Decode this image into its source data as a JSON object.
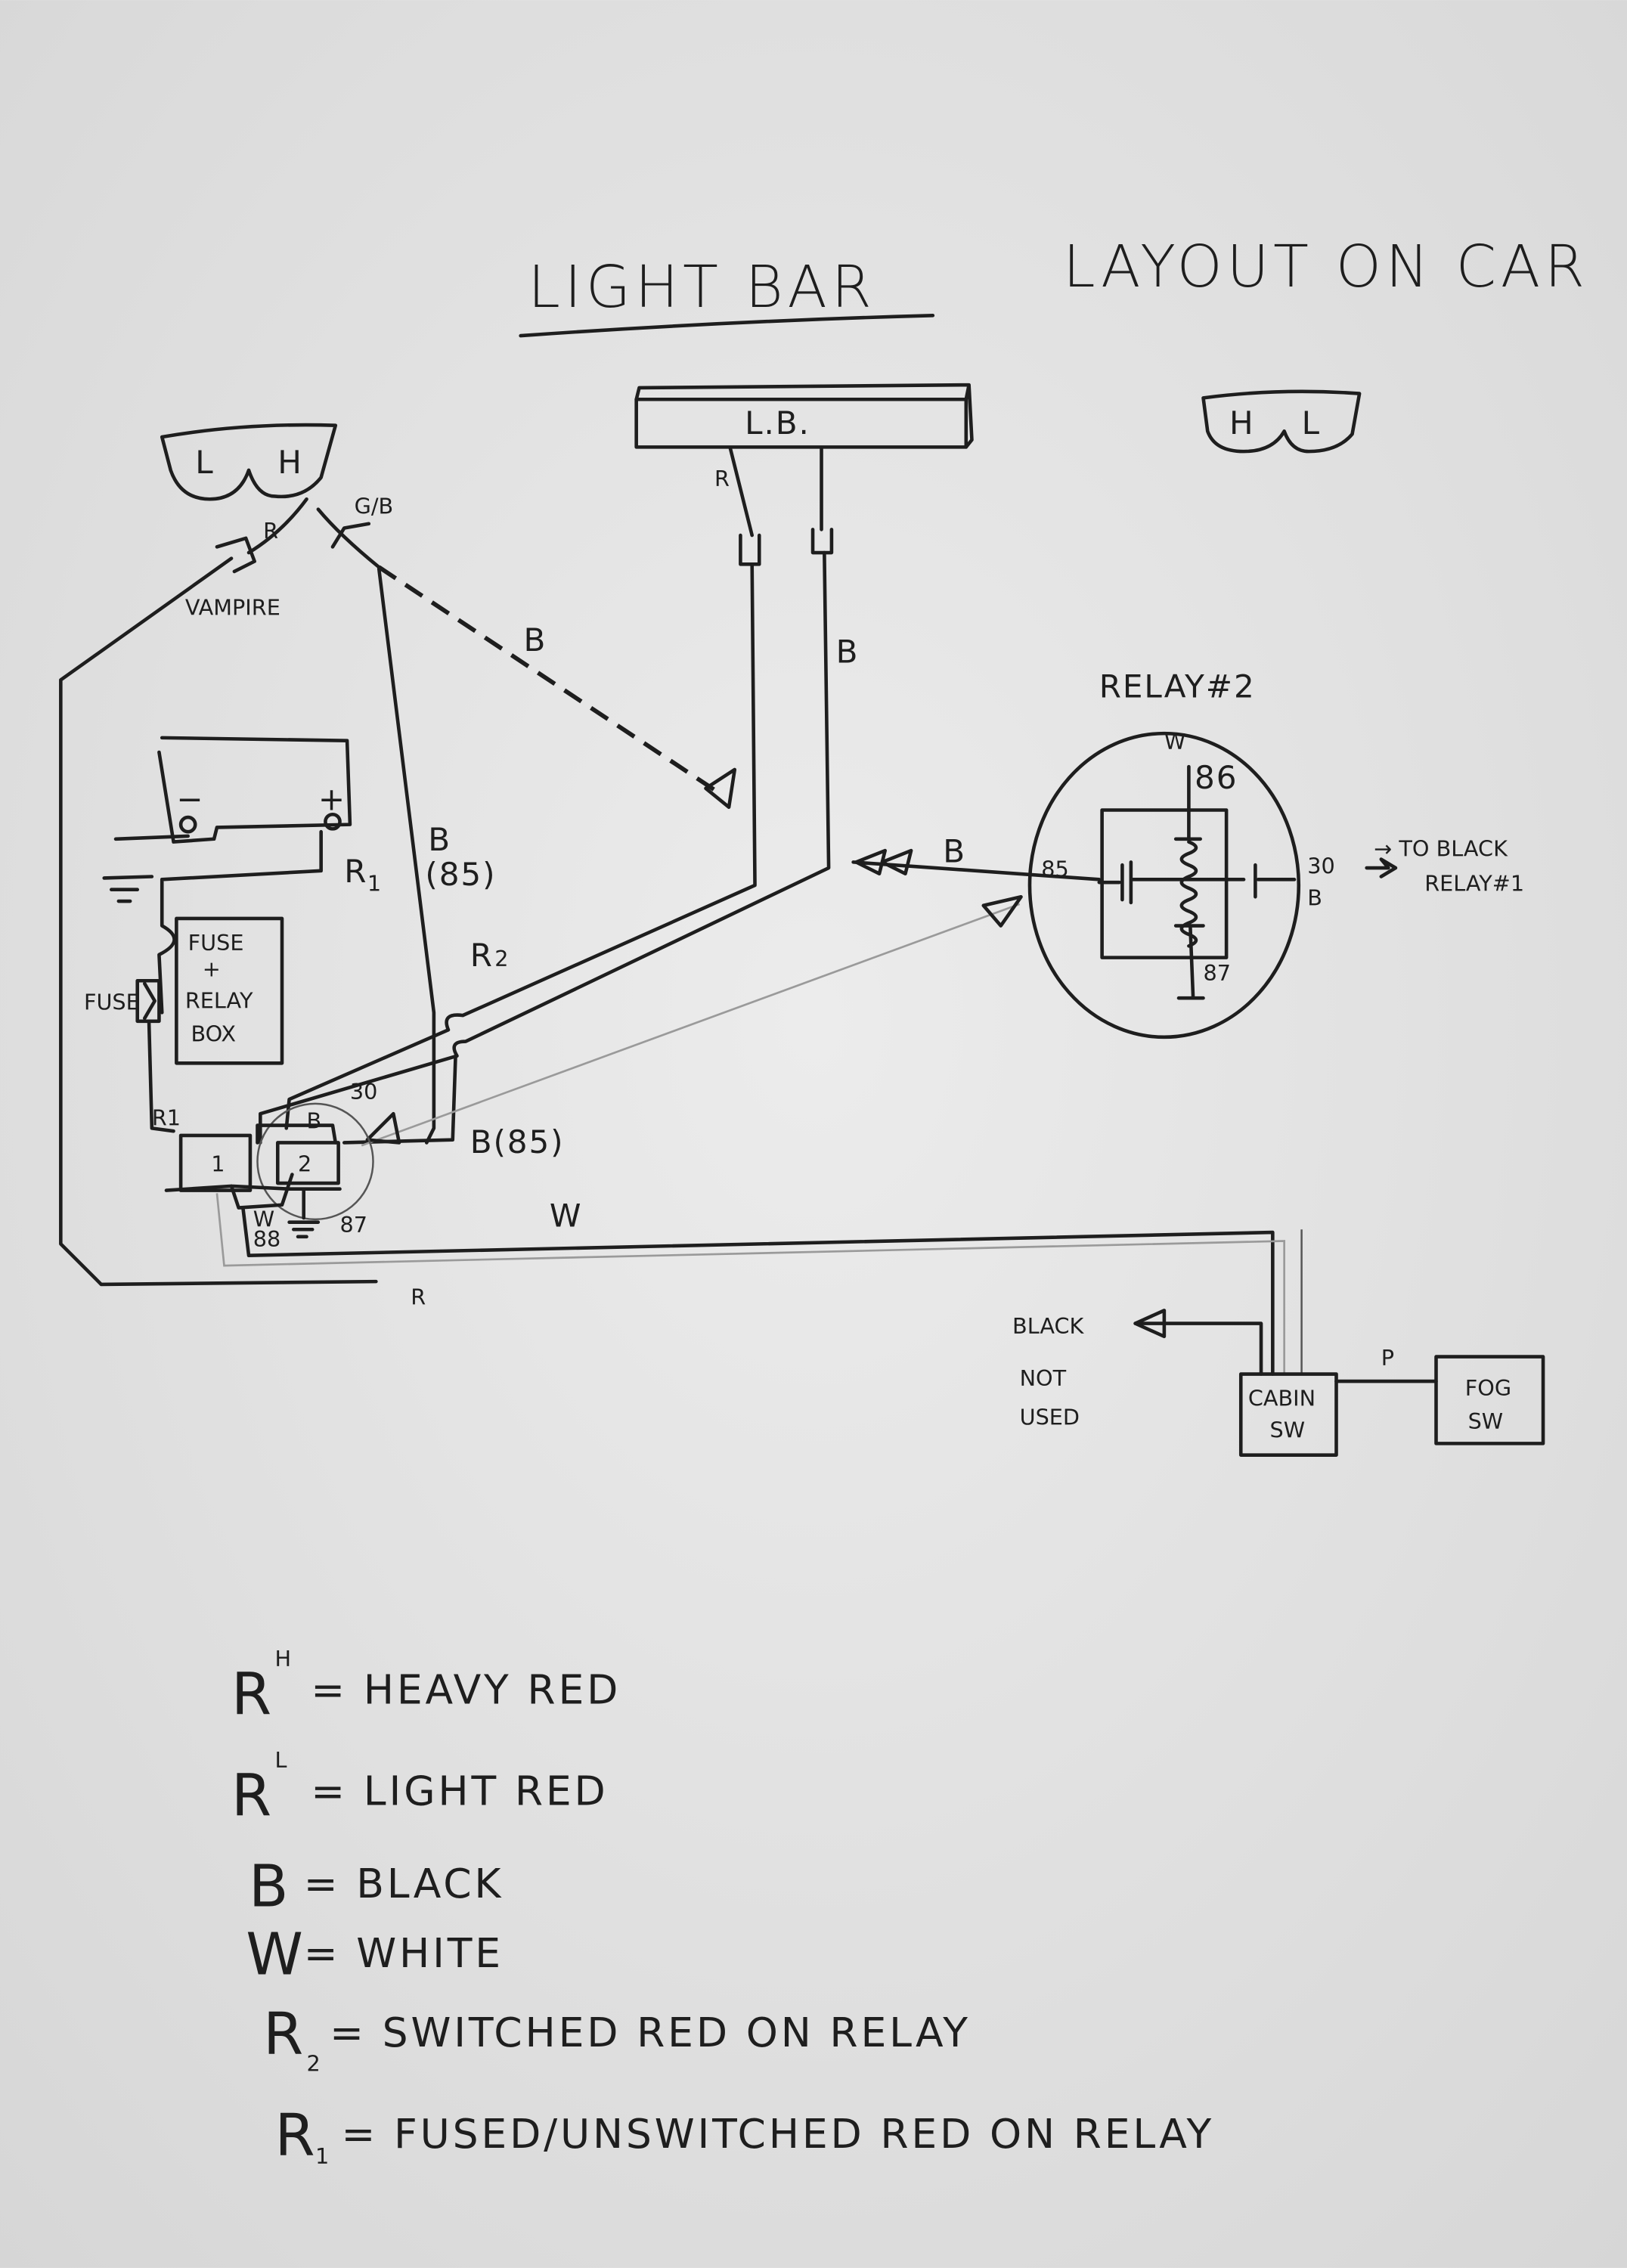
{
  "title": {
    "main": "LIGHT BAR",
    "sub": "LAYOUT ON CAR"
  },
  "headlights": {
    "left_pair": [
      "L",
      "H"
    ],
    "right_pair": [
      "H",
      "L"
    ]
  },
  "light_bar": {
    "label": "L.B."
  },
  "wire_labels": {
    "r_vampire": "R",
    "gb": "G/B",
    "vampire": "VAMPIRE",
    "b_dashed": "B",
    "r_lightbar": "R",
    "b_lightbar": "B",
    "b85_upper_b": "B",
    "b85_upper_num": "(85)",
    "r1_battery": "R",
    "r1_battery_sub": "1",
    "r2": "R",
    "r2_sub": "2",
    "fuse": "FUSE",
    "r1_relay": "R1",
    "pin30_relay1": "30",
    "b_relay1": "B",
    "b85_lower": "B(85)",
    "w_88": "W",
    "pin88": "88",
    "pin87_relay1": "87",
    "w_long": "W",
    "r_bottom": "R",
    "b_arrow": "B",
    "p": "P"
  },
  "battery": {
    "neg": "−",
    "pos": "+"
  },
  "fuse_relay_box": {
    "lines": [
      "FUSE",
      "+",
      "RELAY",
      "BOX"
    ]
  },
  "relay1": {
    "unit1": "1",
    "unit2": "2"
  },
  "relay2": {
    "title": "RELAY#2",
    "w": "W",
    "pin86": "86",
    "pin85": "85",
    "pin30": "30",
    "b": "B",
    "pin87": "87",
    "note_line1": "→ TO BLACK",
    "note_line2": "RELAY#1"
  },
  "cabin_switch": {
    "line1": "CABIN",
    "line2": "SW",
    "black_note": [
      "BLACK",
      "NOT",
      "USED"
    ]
  },
  "fog_switch": {
    "line1": "FOG",
    "line2": "SW"
  },
  "legend": [
    {
      "key": "R",
      "sup": "H",
      "sub": "",
      "text": "= HEAVY RED"
    },
    {
      "key": "R",
      "sup": "L",
      "sub": "",
      "text": "= LIGHT RED"
    },
    {
      "key": "B",
      "sup": "",
      "sub": "",
      "text": "= BLACK"
    },
    {
      "key": "W",
      "sup": "",
      "sub": "",
      "text": "= WHITE"
    },
    {
      "key": "R",
      "sup": "",
      "sub": "2",
      "text": "= SWITCHED RED ON RELAY"
    },
    {
      "key": "R",
      "sup": "",
      "sub": "1",
      "text": "= FUSED/UNSWITCHED RED ON RELAY"
    }
  ]
}
